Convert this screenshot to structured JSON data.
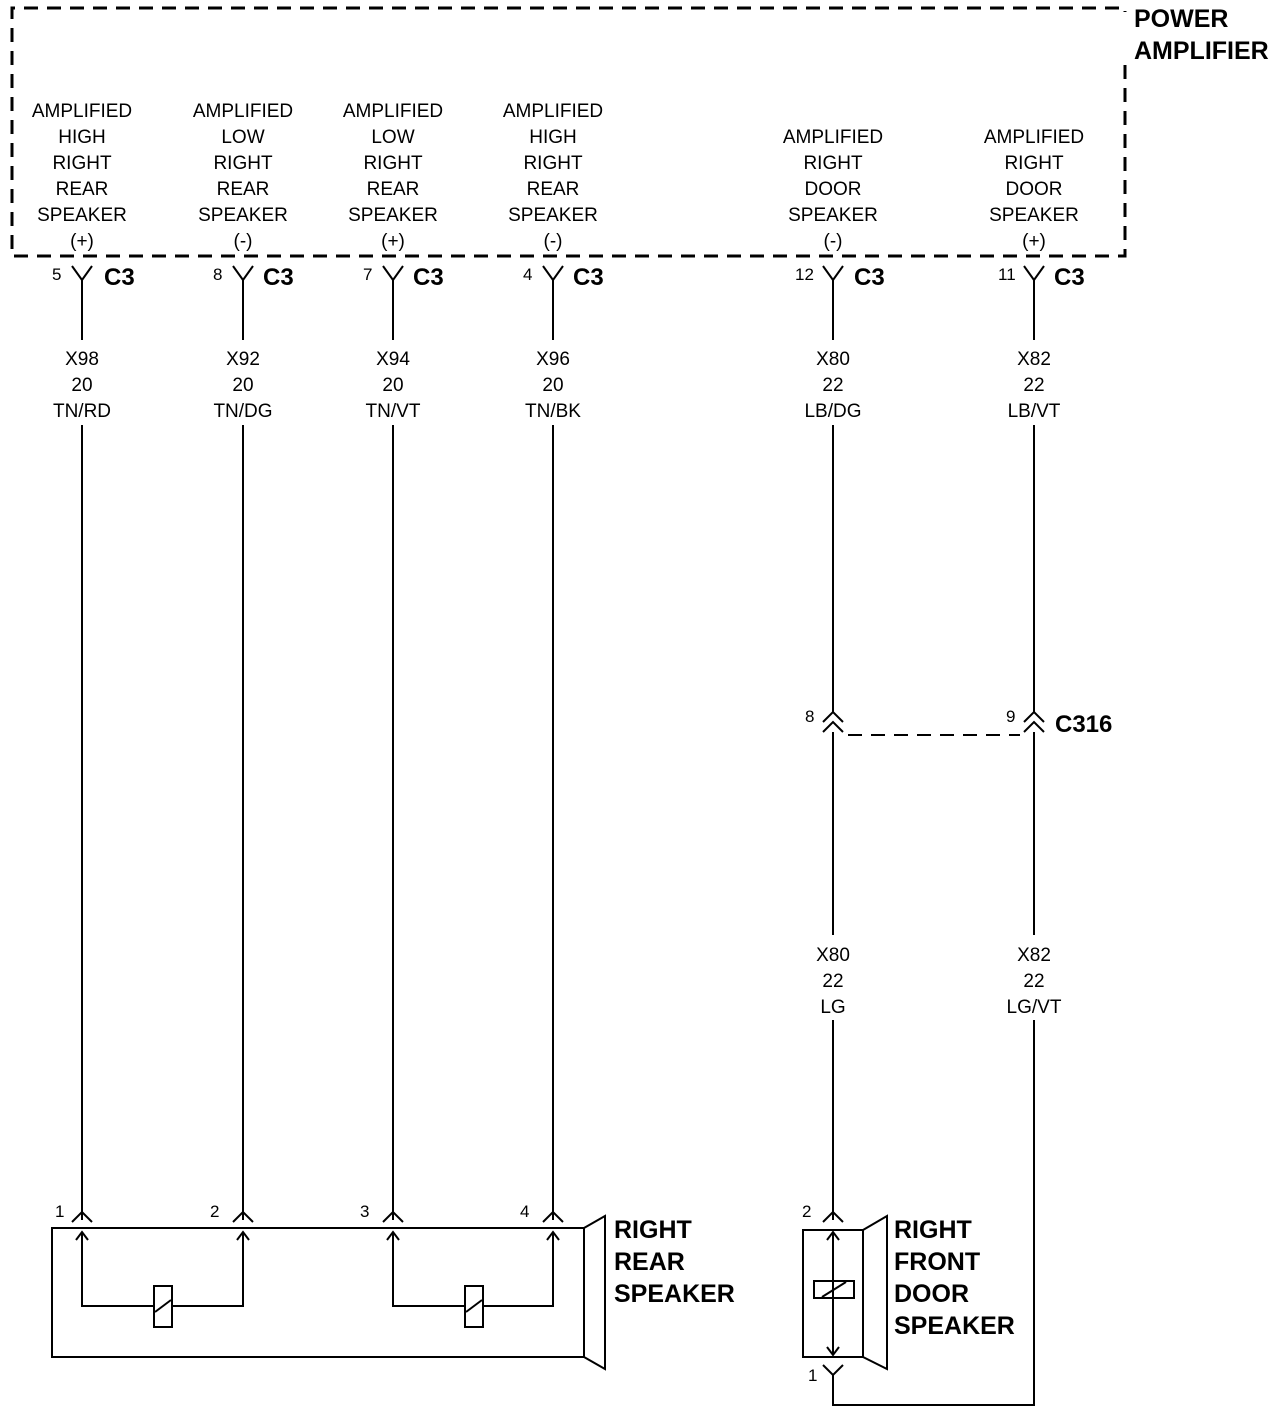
{
  "amplifier": {
    "title_lines": [
      "POWER",
      "AMPLIFIER"
    ],
    "connector": "C3",
    "outputs": [
      {
        "lines": [
          "AMPLIFIED",
          "HIGH",
          "RIGHT",
          "REAR",
          "SPEAKER",
          "(+)"
        ],
        "pin": "5",
        "wire": [
          "X98",
          "20",
          "TN/RD"
        ],
        "speaker_pin": "1"
      },
      {
        "lines": [
          "AMPLIFIED",
          "LOW",
          "RIGHT",
          "REAR",
          "SPEAKER",
          "(-)"
        ],
        "pin": "8",
        "wire": [
          "X92",
          "20",
          "TN/DG"
        ],
        "speaker_pin": "2"
      },
      {
        "lines": [
          "AMPLIFIED",
          "LOW",
          "RIGHT",
          "REAR",
          "SPEAKER",
          "(+)"
        ],
        "pin": "7",
        "wire": [
          "X94",
          "20",
          "TN/VT"
        ],
        "speaker_pin": "3"
      },
      {
        "lines": [
          "AMPLIFIED",
          "HIGH",
          "RIGHT",
          "REAR",
          "SPEAKER",
          "(-)"
        ],
        "pin": "4",
        "wire": [
          "X96",
          "20",
          "TN/BK"
        ],
        "speaker_pin": "4"
      },
      {
        "lines": [
          "AMPLIFIED",
          "RIGHT",
          "DOOR",
          "SPEAKER",
          "(-)"
        ],
        "pin": "12",
        "wire": [
          "X80",
          "22",
          "LB/DG"
        ],
        "c316_pin": "8",
        "wire_after": [
          "X80",
          "22",
          "LG"
        ],
        "speaker_pin": "2"
      },
      {
        "lines": [
          "AMPLIFIED",
          "RIGHT",
          "DOOR",
          "SPEAKER",
          "(+)"
        ],
        "pin": "11",
        "wire": [
          "X82",
          "22",
          "LB/VT"
        ],
        "c316_pin": "9",
        "wire_after": [
          "X82",
          "22",
          "LG/VT"
        ],
        "speaker_pin": "1"
      }
    ]
  },
  "inline_connector": {
    "label": "C316"
  },
  "rear_speaker": {
    "label_lines": [
      "RIGHT",
      "REAR",
      "SPEAKER"
    ]
  },
  "front_speaker": {
    "label_lines": [
      "RIGHT",
      "FRONT",
      "DOOR",
      "SPEAKER"
    ]
  }
}
